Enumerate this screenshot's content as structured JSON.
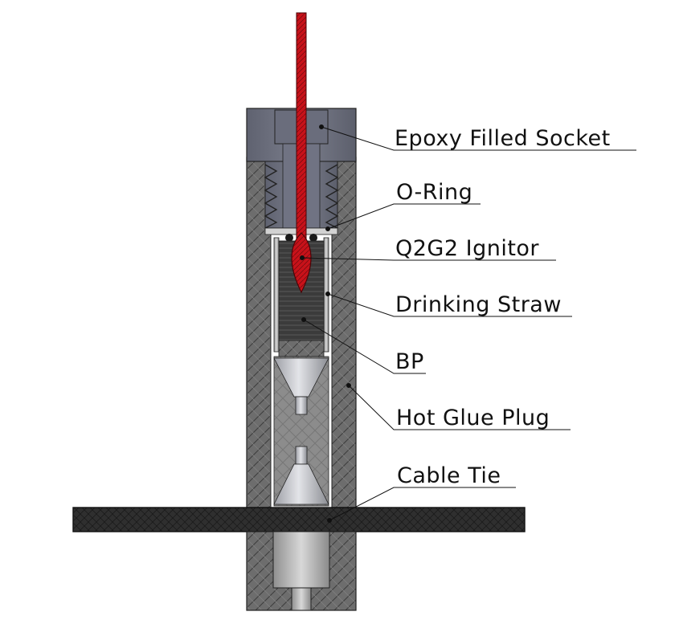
{
  "diagram": {
    "labels": [
      {
        "id": "epoxy-filled-socket",
        "text": "Epoxy Filled Socket"
      },
      {
        "id": "o-ring",
        "text": "O-Ring"
      },
      {
        "id": "q2g2-ignitor",
        "text": "Q2G2 Ignitor"
      },
      {
        "id": "drinking-straw",
        "text": "Drinking Straw"
      },
      {
        "id": "bp",
        "text": "BP"
      },
      {
        "id": "hot-glue-plug",
        "text": "Hot Glue Plug"
      },
      {
        "id": "cable-tie",
        "text": "Cable Tie"
      }
    ],
    "colors": {
      "body_gray": "#6b6b6b",
      "socket_gray": "#6f7281",
      "wire_red": "#c8121a",
      "cable_tie": "#2e2e2e",
      "bp_black": "#3a3a3a",
      "glue_gray": "#8a8a8a",
      "steel_light": "#d9dadd"
    }
  }
}
